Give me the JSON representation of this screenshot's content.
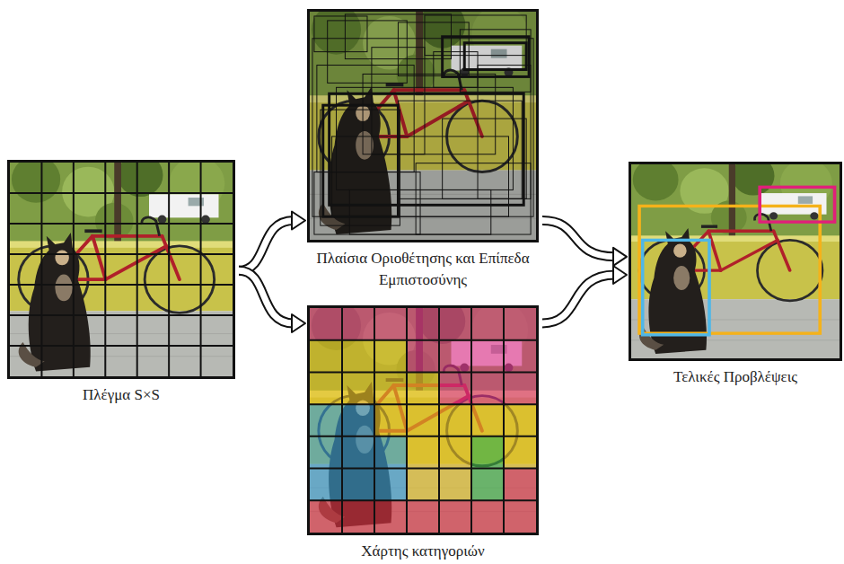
{
  "diagram": {
    "nodes": [
      {
        "text": [
          "Πλέγμα S×S"
        ]
      },
      {
        "text": [
          "Πλαίσια Οριοθέτησης και Επίπεδα Εμπιστοσύνης"
        ]
      },
      {
        "text": [
          "Χάρτης κατηγοριών"
        ]
      },
      {
        "text": [
          "Τελικές Προβλέψεις"
        ]
      }
    ],
    "edges": [
      {
        "from": 0,
        "to": 1,
        "arrow": "to"
      },
      {
        "from": 0,
        "to": 2,
        "arrow": "to"
      },
      {
        "from": 1,
        "to": 3,
        "arrow": "to"
      },
      {
        "from": 2,
        "to": 3,
        "arrow": "to"
      }
    ]
  }
}
